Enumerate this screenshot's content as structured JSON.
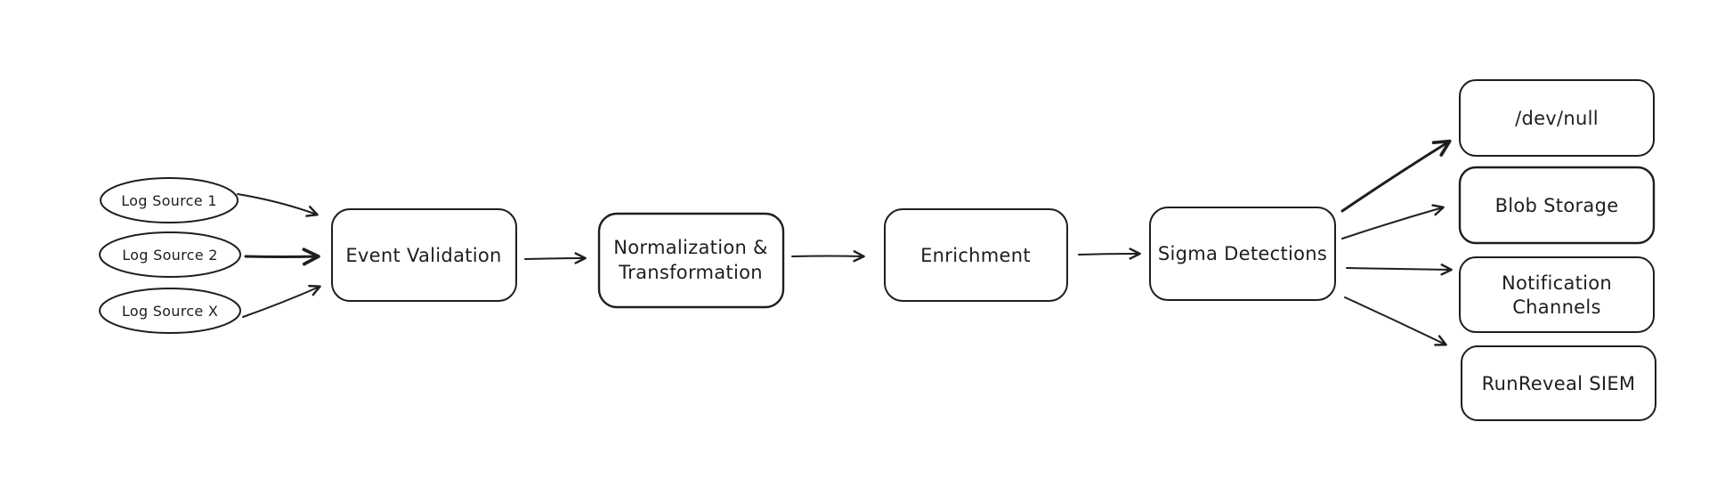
{
  "diagram": {
    "kind": "flowchart",
    "background_color": "#ffffff",
    "stroke_color": "#1e1e1e",
    "sources": [
      {
        "label": "Log Source 1"
      },
      {
        "label": "Log Source 2"
      },
      {
        "label": "Log Source X"
      }
    ],
    "pipeline": [
      {
        "label": "Event Validation",
        "line1": "Event Validation",
        "line2": ""
      },
      {
        "label": "Normalization & Transformation",
        "line1": "Normalization &",
        "line2": "Transformation"
      },
      {
        "label": "Enrichment",
        "line1": "Enrichment",
        "line2": ""
      },
      {
        "label": "Sigma Detections",
        "line1": "Sigma Detections",
        "line2": ""
      }
    ],
    "destinations": [
      {
        "label": "/dev/null",
        "line1": "/dev/null",
        "line2": ""
      },
      {
        "label": "Blob Storage",
        "line1": "Blob Storage",
        "line2": ""
      },
      {
        "label": "Notification Channels",
        "line1": "Notification",
        "line2": "Channels"
      },
      {
        "label": "RunReveal SIEM",
        "line1": "RunReveal SIEM",
        "line2": ""
      }
    ],
    "edges": [
      {
        "from": "Log Source 1",
        "to": "Event Validation"
      },
      {
        "from": "Log Source 2",
        "to": "Event Validation"
      },
      {
        "from": "Log Source X",
        "to": "Event Validation"
      },
      {
        "from": "Event Validation",
        "to": "Normalization & Transformation"
      },
      {
        "from": "Normalization & Transformation",
        "to": "Enrichment"
      },
      {
        "from": "Enrichment",
        "to": "Sigma Detections"
      },
      {
        "from": "Sigma Detections",
        "to": "/dev/null"
      },
      {
        "from": "Sigma Detections",
        "to": "Blob Storage"
      },
      {
        "from": "Sigma Detections",
        "to": "Notification Channels"
      },
      {
        "from": "Sigma Detections",
        "to": "RunReveal SIEM"
      }
    ]
  }
}
